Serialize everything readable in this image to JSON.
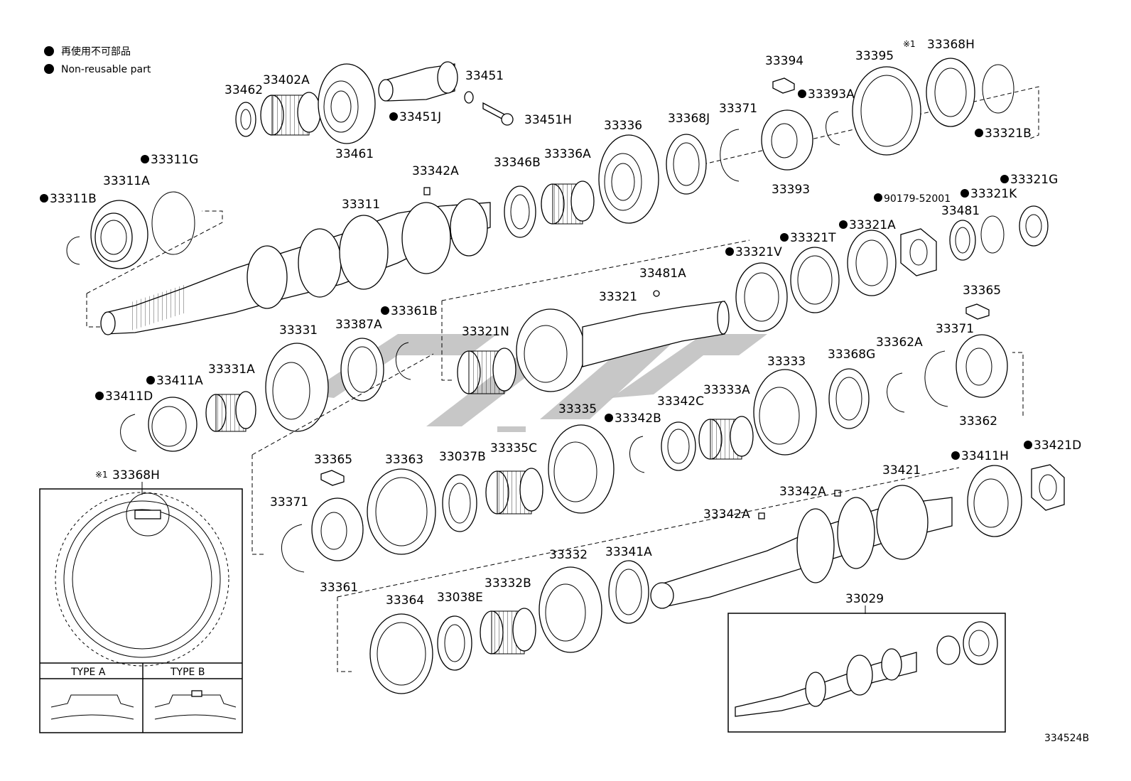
{
  "legend": {
    "line1": "再使用不可部品",
    "line2": "Non-reusable part"
  },
  "footer_code": "334524B",
  "detail_box": {
    "note_mark": "※1",
    "part": "33368H",
    "type_a": "TYPE A",
    "type_b": "TYPE B"
  },
  "assembly_box": {
    "part": "33029"
  },
  "labels": [
    {
      "id": "33462",
      "text": "33462",
      "nr": false
    },
    {
      "id": "33402A",
      "text": "33402A",
      "nr": false
    },
    {
      "id": "33451",
      "text": "33451",
      "nr": false
    },
    {
      "id": "33451J",
      "text": "33451J",
      "nr": true
    },
    {
      "id": "33451H",
      "text": "33451H",
      "nr": false
    },
    {
      "id": "33461",
      "text": "33461",
      "nr": false
    },
    {
      "id": "33394",
      "text": "33394",
      "nr": false
    },
    {
      "id": "33395",
      "text": "33395",
      "nr": false
    },
    {
      "id": "33368H-top",
      "text": "33368H",
      "nr": false,
      "note": "※1"
    },
    {
      "id": "33393A",
      "text": "33393A",
      "nr": true
    },
    {
      "id": "33321B",
      "text": "33321B",
      "nr": true
    },
    {
      "id": "33336",
      "text": "33336",
      "nr": false
    },
    {
      "id": "33368J",
      "text": "33368J",
      "nr": false
    },
    {
      "id": "33371-top",
      "text": "33371",
      "nr": false
    },
    {
      "id": "33393",
      "text": "33393",
      "nr": false
    },
    {
      "id": "33311G",
      "text": "33311G",
      "nr": true
    },
    {
      "id": "33311A",
      "text": "33311A",
      "nr": false
    },
    {
      "id": "33311B",
      "text": "33311B",
      "nr": true
    },
    {
      "id": "33342A-top",
      "text": "33342A",
      "nr": false
    },
    {
      "id": "33311",
      "text": "33311",
      "nr": false
    },
    {
      "id": "33346B",
      "text": "33346B",
      "nr": false
    },
    {
      "id": "33336A",
      "text": "33336A",
      "nr": false
    },
    {
      "id": "90179-52001",
      "text": "90179-52001",
      "nr": true
    },
    {
      "id": "33321K",
      "text": "33321K",
      "nr": true
    },
    {
      "id": "33321G",
      "text": "33321G",
      "nr": true
    },
    {
      "id": "33481",
      "text": "33481",
      "nr": false
    },
    {
      "id": "33321V",
      "text": "33321V",
      "nr": true
    },
    {
      "id": "33321T",
      "text": "33321T",
      "nr": true
    },
    {
      "id": "33321A",
      "text": "33321A",
      "nr": true
    },
    {
      "id": "33481A",
      "text": "33481A",
      "nr": false
    },
    {
      "id": "33321",
      "text": "33321",
      "nr": false
    },
    {
      "id": "33321N",
      "text": "33321N",
      "nr": false
    },
    {
      "id": "33365-right",
      "text": "33365",
      "nr": false
    },
    {
      "id": "33371-mid",
      "text": "33371",
      "nr": false
    },
    {
      "id": "33362A",
      "text": "33362A",
      "nr": false
    },
    {
      "id": "33368G",
      "text": "33368G",
      "nr": false
    },
    {
      "id": "33333",
      "text": "33333",
      "nr": false
    },
    {
      "id": "33362",
      "text": "33362",
      "nr": false
    },
    {
      "id": "33331",
      "text": "33331",
      "nr": false
    },
    {
      "id": "33387A",
      "text": "33387A",
      "nr": false
    },
    {
      "id": "33361B",
      "text": "33361B",
      "nr": true
    },
    {
      "id": "33331A",
      "text": "33331A",
      "nr": false
    },
    {
      "id": "33411A",
      "text": "33411A",
      "nr": true
    },
    {
      "id": "33411D",
      "text": "33411D",
      "nr": true
    },
    {
      "id": "33335",
      "text": "33335",
      "nr": false
    },
    {
      "id": "33342C",
      "text": "33342C",
      "nr": false
    },
    {
      "id": "33342B",
      "text": "33342B",
      "nr": true
    },
    {
      "id": "33333A",
      "text": "33333A",
      "nr": false
    },
    {
      "id": "33365-left",
      "text": "33365",
      "nr": false
    },
    {
      "id": "33363",
      "text": "33363",
      "nr": false
    },
    {
      "id": "33037B",
      "text": "33037B",
      "nr": false
    },
    {
      "id": "33335C",
      "text": "33335C",
      "nr": false
    },
    {
      "id": "33411H",
      "text": "33411H",
      "nr": true
    },
    {
      "id": "33421D",
      "text": "33421D",
      "nr": true
    },
    {
      "id": "33421",
      "text": "33421",
      "nr": false
    },
    {
      "id": "33342A-mid",
      "text": "33342A",
      "nr": false
    },
    {
      "id": "33342A-low",
      "text": "33342A",
      "nr": false
    },
    {
      "id": "33371-low",
      "text": "33371",
      "nr": false
    },
    {
      "id": "33361",
      "text": "33361",
      "nr": false
    },
    {
      "id": "33364",
      "text": "33364",
      "nr": false
    },
    {
      "id": "33038E",
      "text": "33038E",
      "nr": false
    },
    {
      "id": "33332B",
      "text": "33332B",
      "nr": false
    },
    {
      "id": "33332",
      "text": "33332",
      "nr": false
    },
    {
      "id": "33341A",
      "text": "33341A",
      "nr": false
    }
  ]
}
